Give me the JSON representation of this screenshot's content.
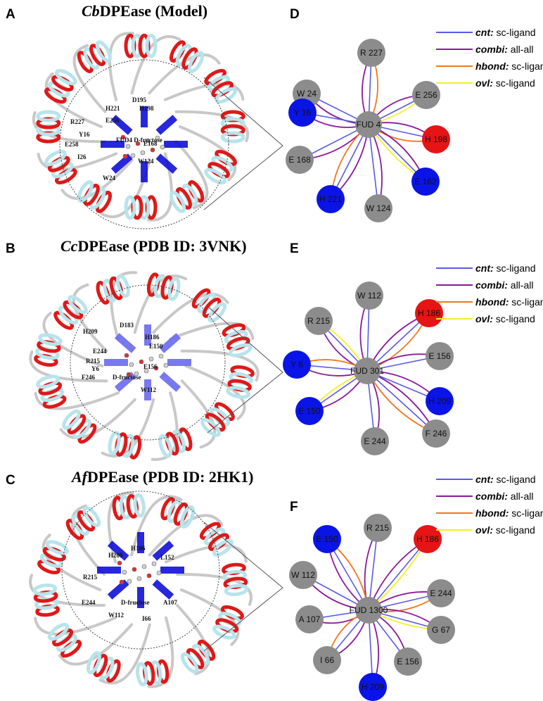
{
  "panels": [
    {
      "letter": "A",
      "title_italic": "Cb",
      "title_rest": "DPEase (Model)",
      "residue_labels": [
        "D195",
        "H221",
        "H198",
        "E256",
        "R227",
        "Y16",
        "E258",
        "FUD4 D-fructose",
        "E168",
        "I26",
        "W124",
        "W24"
      ]
    },
    {
      "letter": "B",
      "title_italic": "Cc",
      "title_rest": "DPEase (PDB ID: 3VNK)",
      "residue_labels": [
        "D183",
        "H209",
        "H186",
        "E150",
        "E244",
        "R215",
        "Y6",
        "F246",
        "E156",
        "D-fructose",
        "W112"
      ]
    },
    {
      "letter": "C",
      "title_italic": "Af",
      "title_rest": "DPEase (PDB ID: 2HK1)",
      "residue_labels": [
        "H209",
        "H186",
        "L152",
        "R215",
        "E244",
        "D-fructose",
        "A107",
        "W112",
        "I66"
      ]
    }
  ],
  "networks": [
    {
      "letter": "D",
      "center": "FUD 4",
      "nodes": [
        {
          "label": "W 24",
          "color": "#8c8c8c"
        },
        {
          "label": "R 227",
          "color": "#8c8c8c"
        },
        {
          "label": "E 256",
          "color": "#8c8c8c"
        },
        {
          "label": "Y 16",
          "color": "#0a14e6"
        },
        {
          "label": "H 198",
          "color": "#e61414"
        },
        {
          "label": "E 168",
          "color": "#8c8c8c"
        },
        {
          "label": "E 162",
          "color": "#0a14e6"
        },
        {
          "label": "H 221",
          "color": "#0a14e6"
        },
        {
          "label": "W 124",
          "color": "#8c8c8c"
        }
      ]
    },
    {
      "letter": "E",
      "center": "FUD 301",
      "nodes": [
        {
          "label": "W 112",
          "color": "#8c8c8c"
        },
        {
          "label": "H 186",
          "color": "#e61414"
        },
        {
          "label": "R 215",
          "color": "#8c8c8c"
        },
        {
          "label": "E 156",
          "color": "#8c8c8c"
        },
        {
          "label": "Y 6",
          "color": "#0a14e6"
        },
        {
          "label": "H 209",
          "color": "#0a14e6"
        },
        {
          "label": "E 150",
          "color": "#0a14e6"
        },
        {
          "label": "F 246",
          "color": "#8c8c8c"
        },
        {
          "label": "E 244",
          "color": "#8c8c8c"
        }
      ]
    },
    {
      "letter": "F",
      "center": "FUD 1300",
      "nodes": [
        {
          "label": "R 215",
          "color": "#8c8c8c"
        },
        {
          "label": "E 150",
          "color": "#0a14e6"
        },
        {
          "label": "H 186",
          "color": "#e61414"
        },
        {
          "label": "W 112",
          "color": "#8c8c8c"
        },
        {
          "label": "E 244",
          "color": "#8c8c8c"
        },
        {
          "label": "A 107",
          "color": "#8c8c8c"
        },
        {
          "label": "G 67",
          "color": "#8c8c8c"
        },
        {
          "label": "I 66",
          "color": "#8c8c8c"
        },
        {
          "label": "E 156",
          "color": "#8c8c8c"
        },
        {
          "label": "H 209",
          "color": "#0a14e6"
        }
      ]
    }
  ],
  "legend": [
    {
      "term": "cnt:",
      "desc": "sc-ligand",
      "color": "#5a5ae6"
    },
    {
      "term": "combi:",
      "desc": "all-all",
      "color": "#8a1a9a"
    },
    {
      "term": "hbond:",
      "desc": "sc-ligand",
      "color": "#f07820"
    },
    {
      "term": "ovl:",
      "desc": "sc-ligand",
      "color": "#f5f020"
    }
  ]
}
